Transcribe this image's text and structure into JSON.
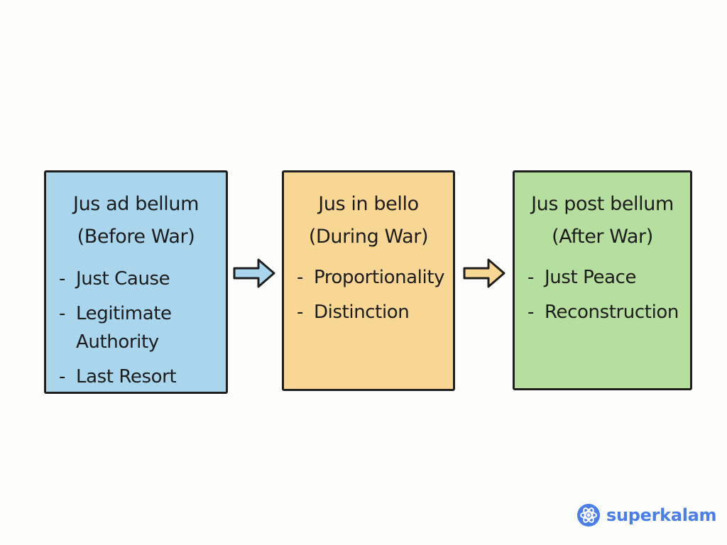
{
  "stages": [
    {
      "title": "Jus ad bellum",
      "subtitle": "(Before War)",
      "items": [
        "Just Cause",
        "Legitimate Authority",
        "Last Resort"
      ],
      "color": "#a9d6ec"
    },
    {
      "title": "Jus in bello",
      "subtitle": "(During War)",
      "items": [
        "Proportionality",
        "Distinction"
      ],
      "color": "#f8d693"
    },
    {
      "title": "Jus post bellum",
      "subtitle": "(After War)",
      "items": [
        "Just Peace",
        "Reconstruction"
      ],
      "color": "#b6df9f"
    }
  ],
  "arrows": [
    {
      "icon": "right-arrow-icon",
      "color": "#a9d6ec"
    },
    {
      "icon": "right-arrow-icon",
      "color": "#f8d693"
    }
  ],
  "brand": {
    "name": "superkalam",
    "icon": "superkalam-logo-icon",
    "color": "#4a7ee8"
  }
}
